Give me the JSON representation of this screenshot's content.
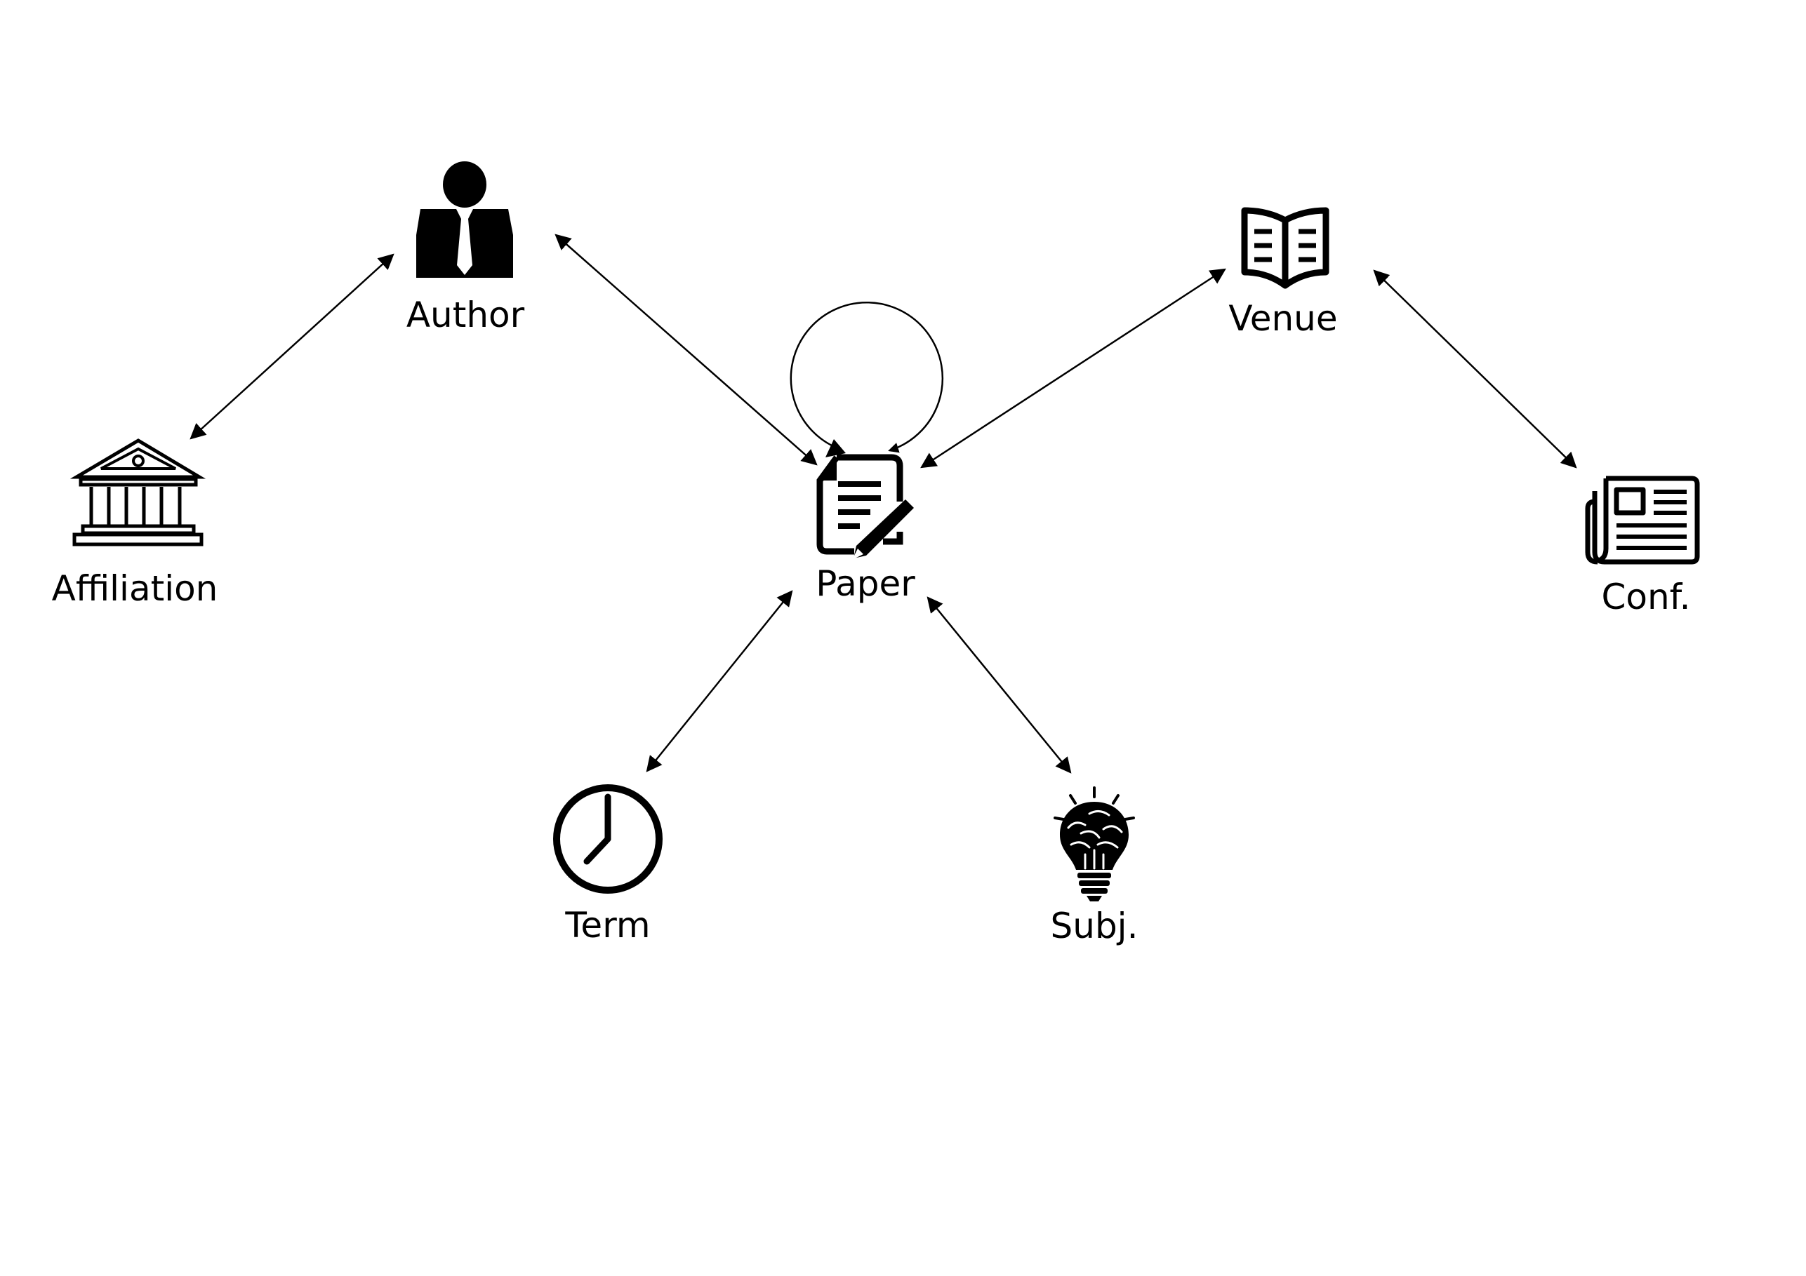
{
  "diagram": {
    "colors": {
      "ink": "#000000",
      "background": "#ffffff"
    },
    "nodes": {
      "author": {
        "label": "Author",
        "icon": "person-suit-icon"
      },
      "affiliation": {
        "label": "Affiliation",
        "icon": "institution-building-icon"
      },
      "paper": {
        "label": "Paper",
        "icon": "document-pen-icon"
      },
      "venue": {
        "label": "Venue",
        "icon": "open-book-icon"
      },
      "conf": {
        "label": "Conf.",
        "icon": "newspaper-icon"
      },
      "term": {
        "label": "Term",
        "icon": "clock-icon"
      },
      "subj": {
        "label": "Subj.",
        "icon": "lightbulb-brain-icon"
      }
    },
    "edges": [
      {
        "from": "Affiliation",
        "to": "Author",
        "direction": "bidirectional"
      },
      {
        "from": "Author",
        "to": "Paper",
        "direction": "bidirectional"
      },
      {
        "from": "Paper",
        "to": "Paper",
        "direction": "self-loop"
      },
      {
        "from": "Venue",
        "to": "Paper",
        "direction": "bidirectional"
      },
      {
        "from": "Venue",
        "to": "Conf.",
        "direction": "bidirectional"
      },
      {
        "from": "Term",
        "to": "Paper",
        "direction": "bidirectional"
      },
      {
        "from": "Subj.",
        "to": "Paper",
        "direction": "bidirectional"
      }
    ]
  }
}
